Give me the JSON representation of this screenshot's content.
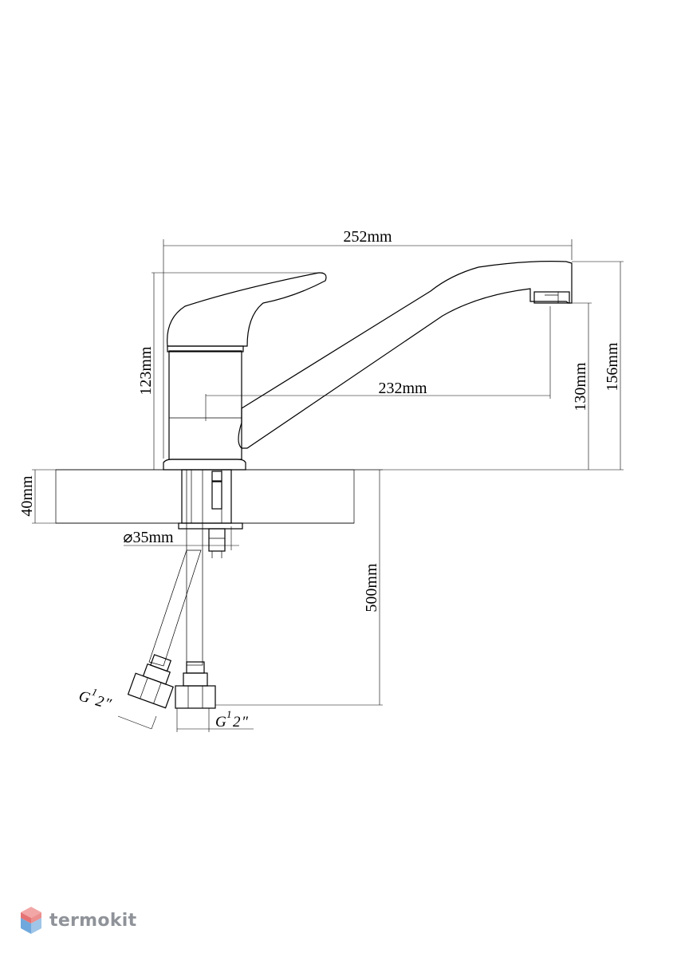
{
  "dimensions": {
    "overall_length": "252mm",
    "spout_reach": "232mm",
    "body_height": "123mm",
    "spout_outlet_height": "130mm",
    "overall_height": "156mm",
    "counter_thickness": "40mm",
    "mount_diameter": "⌀35mm",
    "hose_length": "500mm"
  },
  "threads": {
    "left": {
      "g": "G",
      "num": "1",
      "den": "2",
      "mark": "″"
    },
    "right": {
      "g": "G",
      "num": "1",
      "den": "2",
      "mark": "″"
    }
  },
  "watermark": {
    "brand": "termokit"
  }
}
